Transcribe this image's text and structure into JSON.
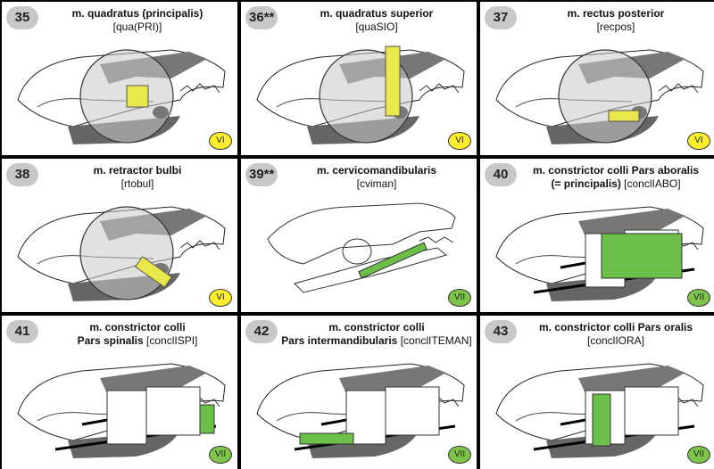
{
  "panels": [
    {
      "number": "35",
      "title_line1": "m. quadratus (principalis)",
      "title_line2_bold": "",
      "abbr": "[qua(PRI)]",
      "nerve": "VI",
      "nerve_color": "#ffef2a",
      "illustration": "eye-circle",
      "highlight_color": "#e8e84a"
    },
    {
      "number": "36**",
      "title_line1": "m. quadratus superior",
      "title_line2_bold": "",
      "abbr": "[quaSIO]",
      "nerve": "VI",
      "nerve_color": "#ffef2a",
      "illustration": "eye-circle",
      "highlight_color": "#e8e84a"
    },
    {
      "number": "37",
      "title_line1": "m. rectus posterior",
      "title_line2_bold": "",
      "abbr": "[recpos]",
      "nerve": "VI",
      "nerve_color": "#ffef2a",
      "illustration": "eye-circle",
      "highlight_color": "#e8e84a"
    },
    {
      "number": "38",
      "title_line1": "m. retractor bulbi",
      "title_line2_bold": "",
      "abbr": "[rtobul]",
      "nerve": "VI",
      "nerve_color": "#ffef2a",
      "illustration": "eye-circle",
      "highlight_color": "#e8e84a"
    },
    {
      "number": "39**",
      "title_line1": "m. cervicomandibularis",
      "title_line2_bold": "",
      "abbr": "[cviman]",
      "nerve": "VII",
      "nerve_color": "#7fc44a",
      "illustration": "skull-outline",
      "highlight_color": "#6cc04a"
    },
    {
      "number": "40",
      "title_line1": "m. constrictor colli Pars aboralis",
      "title_line2_bold": "(= principalis)",
      "abbr": "[conclIABO]",
      "nerve": "VII",
      "nerve_color": "#7fc44a",
      "illustration": "colli-boxes",
      "highlight_color": "#6cc04a"
    },
    {
      "number": "41",
      "title_line1": "m. constrictor colli",
      "title_line2_bold": "Pars spinalis",
      "abbr": "[conclISPI]",
      "nerve": "VII",
      "nerve_color": "#7fc44a",
      "illustration": "colli-boxes",
      "highlight_color": "#6cc04a"
    },
    {
      "number": "42",
      "title_line1": "m. constrictor colli",
      "title_line2_bold": "Pars intermandibularis",
      "abbr": "[conclITEMAN]",
      "nerve": "VII",
      "nerve_color": "#7fc44a",
      "illustration": "colli-boxes",
      "highlight_color": "#6cc04a"
    },
    {
      "number": "43",
      "title_line1": "m. constrictor colli Pars oralis",
      "title_line2_bold": "",
      "abbr": "[conclIORA]",
      "nerve": "VII",
      "nerve_color": "#7fc44a",
      "illustration": "colli-boxes",
      "highlight_color": "#6cc04a"
    }
  ]
}
